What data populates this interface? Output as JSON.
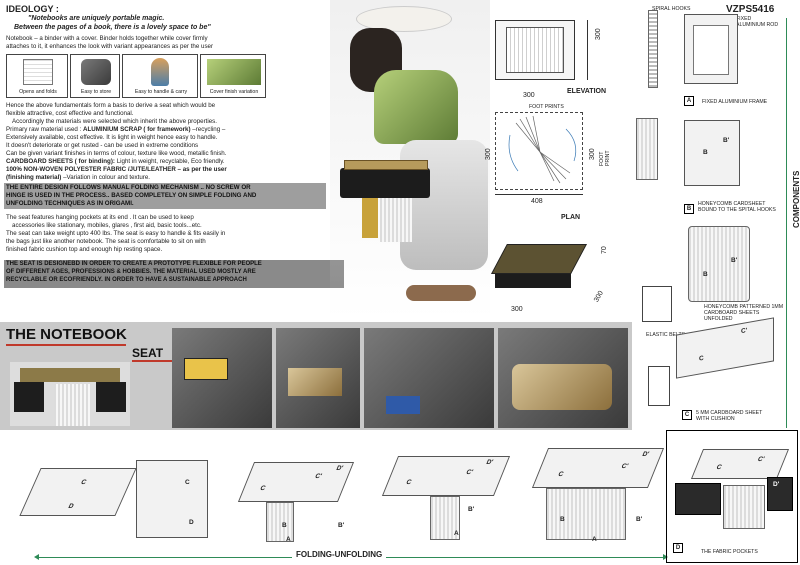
{
  "ideology": {
    "heading": "IDEOLOGY :",
    "quote_line1": "\"Notebooks are uniquely portable magic.",
    "quote_line2": "Between the pages of a book, there is a lovely space to be\"",
    "intro_line1": "Notebook – a binder with a cover. Binder holds together while cover firmly",
    "intro_line2": "attaches to it, it enhances the look with variant appearances as per the user",
    "thumbs": [
      "Opens and folds",
      "Easy to store",
      "Easy to handle & carry",
      "Cover finish variation"
    ]
  },
  "body": {
    "lines": [
      "Hence the above fundamentals form a basis to derive a seat which would be",
      "flexible attractive, cost effective and functional.",
      "Accordingly the materials were selected which inherit the above properties."
    ],
    "material_lead": "Primary raw material used :",
    "material_name": "ALUMINIUM SCRAP ( for framework)",
    "material_rest": "–recycling –",
    "material_lines": [
      "Extensively available, cost effective. It is light in weight hence easy to handle.",
      "It doesn't deteriorate or get rusted - can be used in extreme conditions",
      "Can be given variant finishes in terms of colour, texture like wood, metallic finish."
    ],
    "cardboard_bold": "CARDBOARD SHEETS ( for binding):",
    "cardboard_rest": "Light in weight, recyclable, Eco friendly.",
    "fabric_bold": "100% NON-WOVEN POLYESTER FABRIC /JUTE/LEATHER – as per the user",
    "fabric_bold2": "(finishing material)",
    "fabric_rest": "–Variation in colour and texture.",
    "manual_lines": [
      "THE ENTIRE DESIGN FOLLOWS MANUAL FOLDING MECHANISM .. NO SCREW OR",
      "HINGE IS USED IN THE PROCESS.. BASED COMPLETELY ON SIMPLE FOLDING AND",
      "UNFOLDING TECHNIQUES AS IN ORIGAMI."
    ],
    "feature_lines": [
      "The seat features hanging pockets at its end . It can be used to keep",
      "accessories like stationary, mobiles, glares , first aid, basic tools...etc.",
      "The seat can take weight upto 400 lbs. The seat is easy to handle & fits easily in",
      "the bags just like another notebook. The seat is comfortable to sit on with",
      "finished fabric cushion top and enough hip resting space."
    ],
    "summary_lines": [
      "THE SEAT IS DESIGNEBD IN ORDER TO CREATE A PROTOTYPE FLEXIBLE FOR PEOPLE",
      "OF DIFFERENT AGES, PROFESSIONS & HOBBIES. THE MATERIAL USED MOSTLY ARE",
      "RECYCLABLE OR ECOFRIENDLY. IN ORDER TO HAVE A SUSTAINABLE APPROACH"
    ]
  },
  "title": {
    "line1": "THE NOTEBOOK",
    "line2": "SEAT"
  },
  "drawings": {
    "elevation_label": "ELEVATION",
    "elevation_dim": "300",
    "plan_label": "PLAN",
    "plan_top": "300",
    "plan_left": "300",
    "plan_right": "300",
    "plan_bottom": "408",
    "foot_prints": "FOOT PRINTS",
    "foot_prints_side": "FOOT PRINT",
    "iso_dims": [
      "70",
      "300",
      "300"
    ]
  },
  "components": {
    "code": "VZPS5416",
    "side_label": "COMPONENTS",
    "spiral_hooks": "SPIRAL HOOKS",
    "fixed_rod": "FIXED ALUMINIUM ROD",
    "frame": "FIXED ALUMINIUM FRAME",
    "honeycomb_bound": "HONEYCOMB CARDSHEET BOUND TO THE SPITAL HOOKS",
    "honeycomb_unfolded": "HONEYCOMB PATTERNED 1MM CARDBOARD SHEETS UNFOLDED",
    "elastic_belts": "ELASTIC BELTS",
    "cushion_sheet": "5 MM CARDBOARD SHEET WITH CUSHION",
    "fabric_pockets": "THE FABRIC POCKETS"
  },
  "letters": {
    "a": "A",
    "b": "B",
    "b_prime": "B'",
    "c": "C",
    "c_prime": "C'",
    "d": "D",
    "d_prime": "D'"
  },
  "folding": {
    "label": "FOLDING-UNFOLDING"
  }
}
